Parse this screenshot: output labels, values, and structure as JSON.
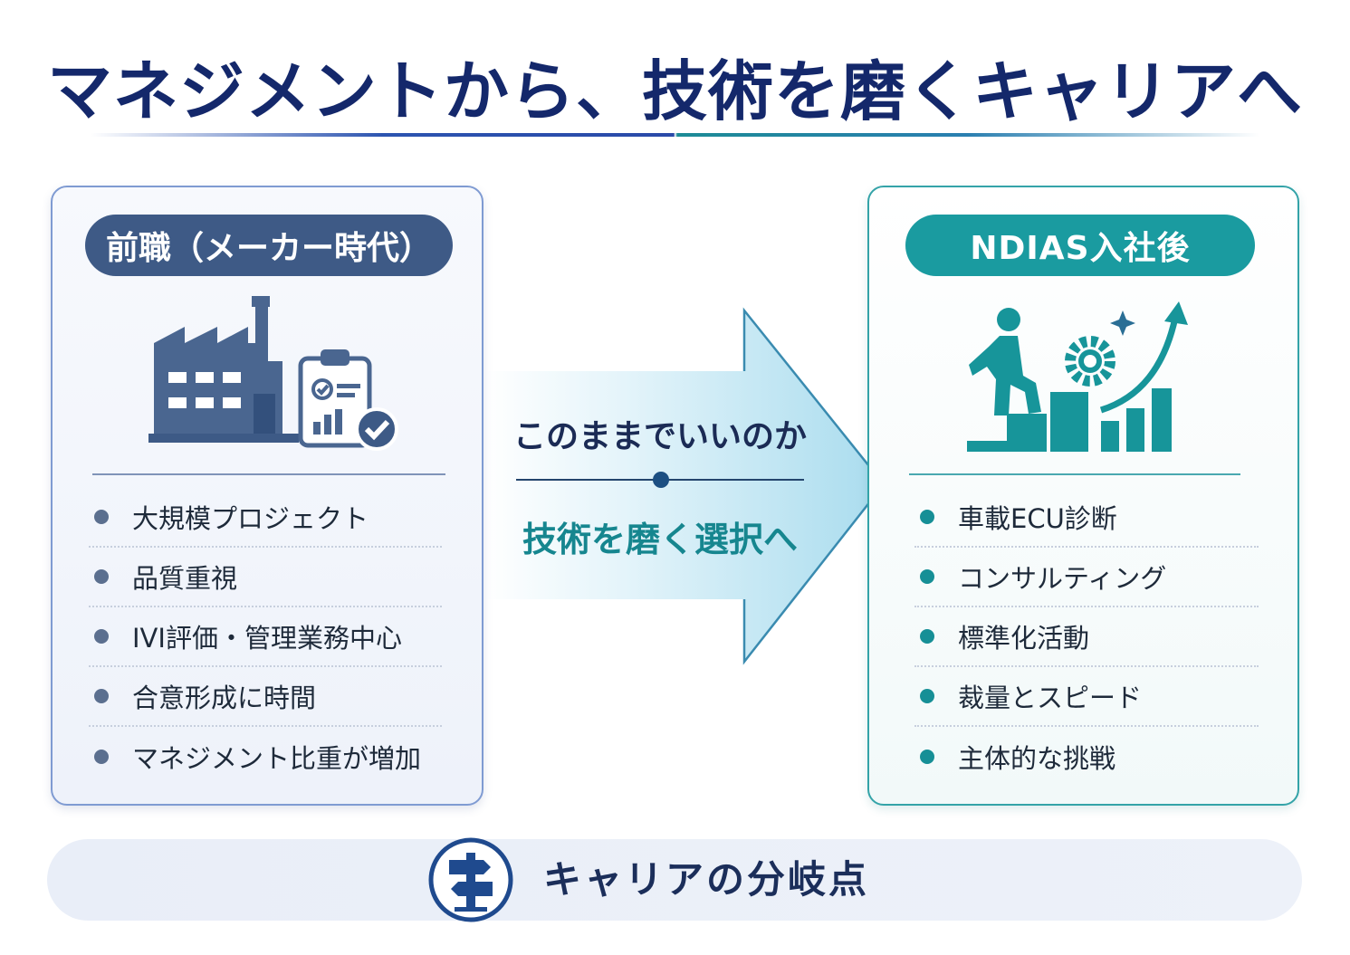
{
  "title": "マネジメントから、技術を磨くキャリアへ",
  "left_panel": {
    "label": "前職（メーカー時代）",
    "items": [
      "大規模プロジェクト",
      "品質重視",
      "IVI評価・管理業務中心",
      "合意形成に時間",
      "マネジメント比重が増加"
    ]
  },
  "right_panel": {
    "label": "NDIAS入社後",
    "items": [
      "車載ECU診断",
      "コンサルティング",
      "標準化活動",
      "裁量とスピード",
      "主体的な挑戦"
    ]
  },
  "arrow": {
    "top_text": "このままでいいのか",
    "bottom_text": "技術を磨く選択へ"
  },
  "footer": {
    "label": "キャリアの分岐点"
  },
  "colors": {
    "title": "#14286b",
    "left_accent": "#3e5a86",
    "right_accent": "#1a9ba0",
    "arrow_fill": "#bfe6f3"
  },
  "icons": [
    "factory-icon",
    "clipboard-check-icon",
    "career-growth-icon",
    "signpost-icon"
  ]
}
